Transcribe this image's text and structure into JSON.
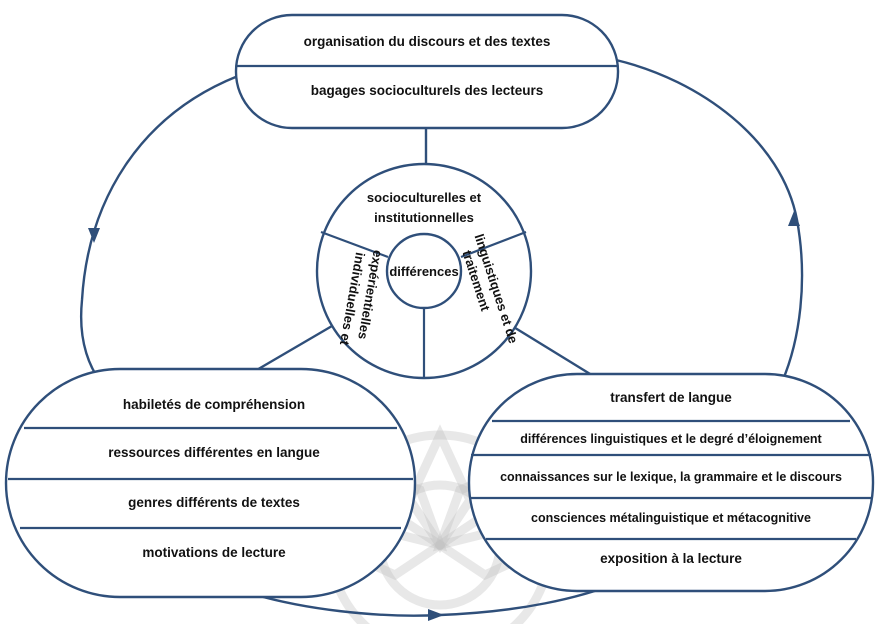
{
  "top_box": {
    "items": [
      "organisation du discours et des textes",
      "bagages socioculturels des lecteurs"
    ]
  },
  "center": {
    "hub": "différences",
    "segments": {
      "top_line1": "socioculturelles et",
      "top_line2": "institutionnelles",
      "right_line1": "linguistiques et de",
      "right_line2": "traitement",
      "left_line1": "individuelles et",
      "left_line2": "expérientielles"
    }
  },
  "left_box": {
    "items": [
      "habiletés de compréhension",
      "ressources différentes en  langue",
      "genres différents de textes",
      "motivations de lecture"
    ]
  },
  "right_box": {
    "items": [
      "transfert de langue",
      "différences linguistiques et le degré d’éloignement",
      "connaissances sur le lexique, la grammaire et le discours",
      "consciences métalinguistique et métacognitive",
      "exposition à la lecture"
    ]
  },
  "colors": {
    "stroke": "#2f4f7a",
    "text": "#111111",
    "watermark": "#bdbdbd"
  }
}
